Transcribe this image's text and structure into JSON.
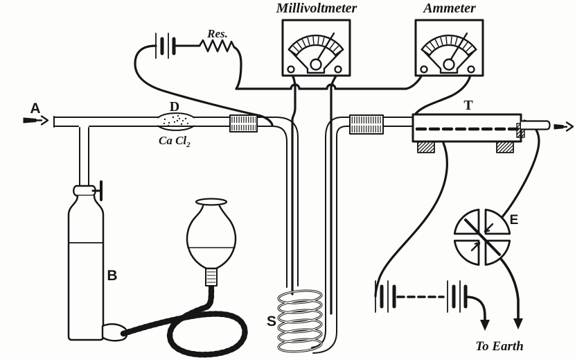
{
  "figure": {
    "background": "#fdfdfb",
    "ink": "#161616",
    "labels": {
      "millivoltmeter": "Millivoltmeter",
      "ammeter": "Ammeter",
      "resistance": "Res.",
      "inlet": "A",
      "drying_bulb": "D",
      "drying_agent_main": "Ca Cl",
      "drying_agent_sub": "2",
      "gas_bottle": "B",
      "heated_tube": "T",
      "commutator": "E",
      "spiral": "S",
      "earth": "To Earth"
    }
  }
}
